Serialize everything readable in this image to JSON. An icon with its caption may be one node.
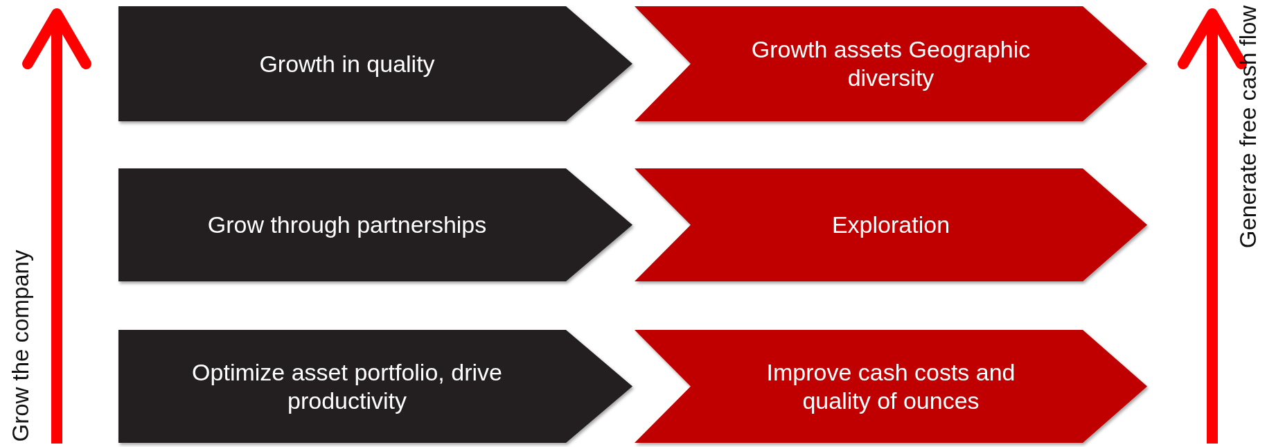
{
  "diagram": {
    "nodes": [
      {
        "text": [
          "Growth in quality"
        ]
      },
      {
        "text": [
          "Growth assets Geographic diversity"
        ]
      },
      {
        "text": [
          "Grow through partnerships"
        ]
      },
      {
        "text": [
          "Exploration"
        ]
      },
      {
        "text": [
          "Optimize asset portfolio, drive productivity"
        ]
      },
      {
        "text": [
          "Improve cash costs and quality of ounces"
        ]
      }
    ],
    "labels": [
      "Grow the company",
      "Generate free cash flow"
    ]
  }
}
